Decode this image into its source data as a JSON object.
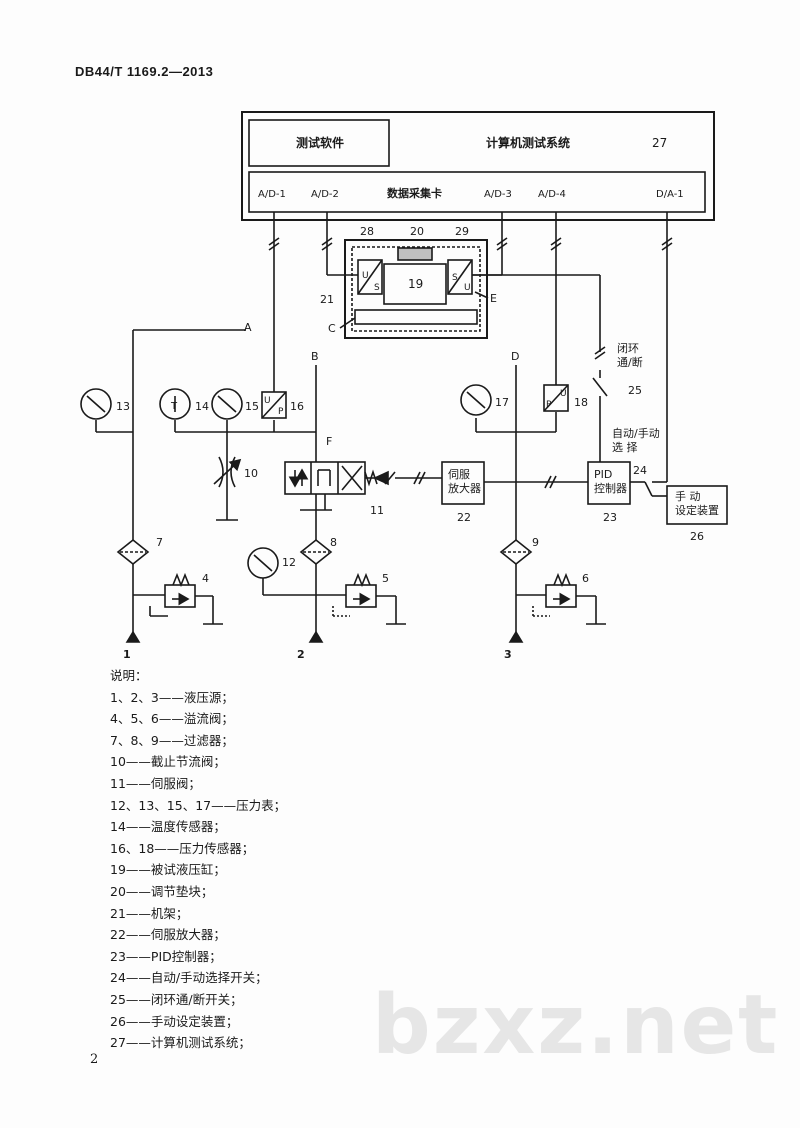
{
  "header": {
    "standard_code": "DB44/T 1169.2—2013"
  },
  "diagram": {
    "computer_system": {
      "software_label": "测试软件",
      "title": "计算机测试系统",
      "number": "27",
      "daq_card": "数据采集卡",
      "ports": [
        "A/D-1",
        "A/D-2",
        "A/D-3",
        "A/D-4",
        "D/A-1"
      ]
    },
    "rig": {
      "n28": "28",
      "n20": "20",
      "n29": "29",
      "n19": "19",
      "n21": "21",
      "c": "C",
      "e": "E",
      "u": "U",
      "s": "S"
    },
    "lines": {
      "a": "A",
      "b": "B",
      "d": "D",
      "f": "F"
    },
    "gauges": {
      "g13": "13",
      "g14": "14",
      "g15": "15",
      "g17": "17",
      "g12": "12",
      "thermo_symbol": "T"
    },
    "sensors": {
      "s16": "16",
      "s18": "18",
      "u": "U",
      "p": "P"
    },
    "switches": {
      "loop_switch_label": "闭环\n通/断",
      "loop_switch_num": "25",
      "auto_manual_label": "自动/手动\n选 择",
      "auto_manual_num": "24"
    },
    "blocks": {
      "servo_amp": "伺服\n放大器",
      "servo_amp_num": "22",
      "pid": "PID\n控制器",
      "pid_num": "23",
      "manual_setter": "手 动\n设定装置",
      "manual_setter_num": "26"
    },
    "valves": {
      "throttle": "10",
      "servo_valve": "11",
      "relief_4": "4",
      "relief_5": "5",
      "relief_6": "6"
    },
    "filters": {
      "f7": "7",
      "f8": "8",
      "f9": "9"
    },
    "sources": {
      "s1": "1",
      "s2": "2",
      "s3": "3"
    }
  },
  "legend": {
    "heading": "说明：",
    "items": [
      "1、2、3——液压源；",
      "4、5、6——溢流阀；",
      "7、8、9——过滤器；",
      "10——截止节流阀；",
      "11——伺服阀；",
      "12、13、15、17——压力表；",
      "14——温度传感器；",
      "16、18——压力传感器；",
      "19——被试液压缸；",
      "20——调节垫块；",
      "21——机架；",
      "22——伺服放大器；",
      "23——PID控制器；",
      "24——自动/手动选择开关；",
      "25——闭环通/断开关；",
      "26——手动设定装置；",
      "27——计算机测试系统；"
    ]
  },
  "footer": {
    "page_number": "2",
    "watermark": "bzxz.net"
  }
}
